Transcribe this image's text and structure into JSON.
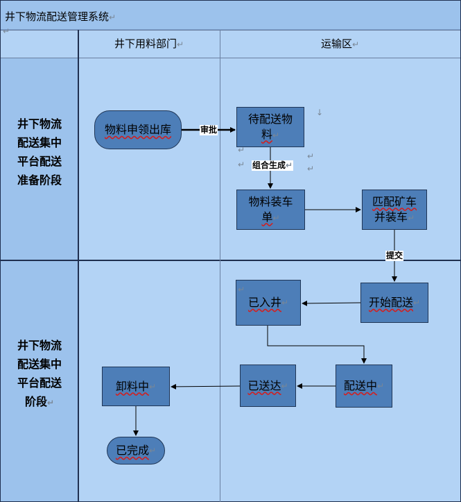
{
  "title": "井下物流配送管理系统",
  "headers": {
    "dept": "井下用料部门",
    "transport": "运输区"
  },
  "phases": {
    "prep": [
      "井下物流",
      "配送集中",
      "平台配送",
      "准备阶段"
    ],
    "delivery": [
      "井下物流",
      "配送集中",
      "平台配送",
      "阶段"
    ]
  },
  "nodes": {
    "apply": "物料申领出库",
    "pending": [
      "待配送物",
      "料"
    ],
    "load_list": [
      "物料装车",
      "单"
    ],
    "match": [
      "匹配矿车",
      "并装车"
    ],
    "start": "开始配送",
    "in_well": "已入井",
    "delivering": "配送中",
    "delivered": "已送达",
    "unloading": "卸料中",
    "done": "已完成"
  },
  "edge_labels": {
    "approve": "审批",
    "combine": "组合生成",
    "submit": "提交"
  },
  "colors": {
    "title_bg": "#9cc2ec",
    "lane_bg": "#b3d3f5",
    "phase_bg": "#9cc2ec",
    "node_fill": "#4d7eb8",
    "node_border": "#1f3555"
  }
}
